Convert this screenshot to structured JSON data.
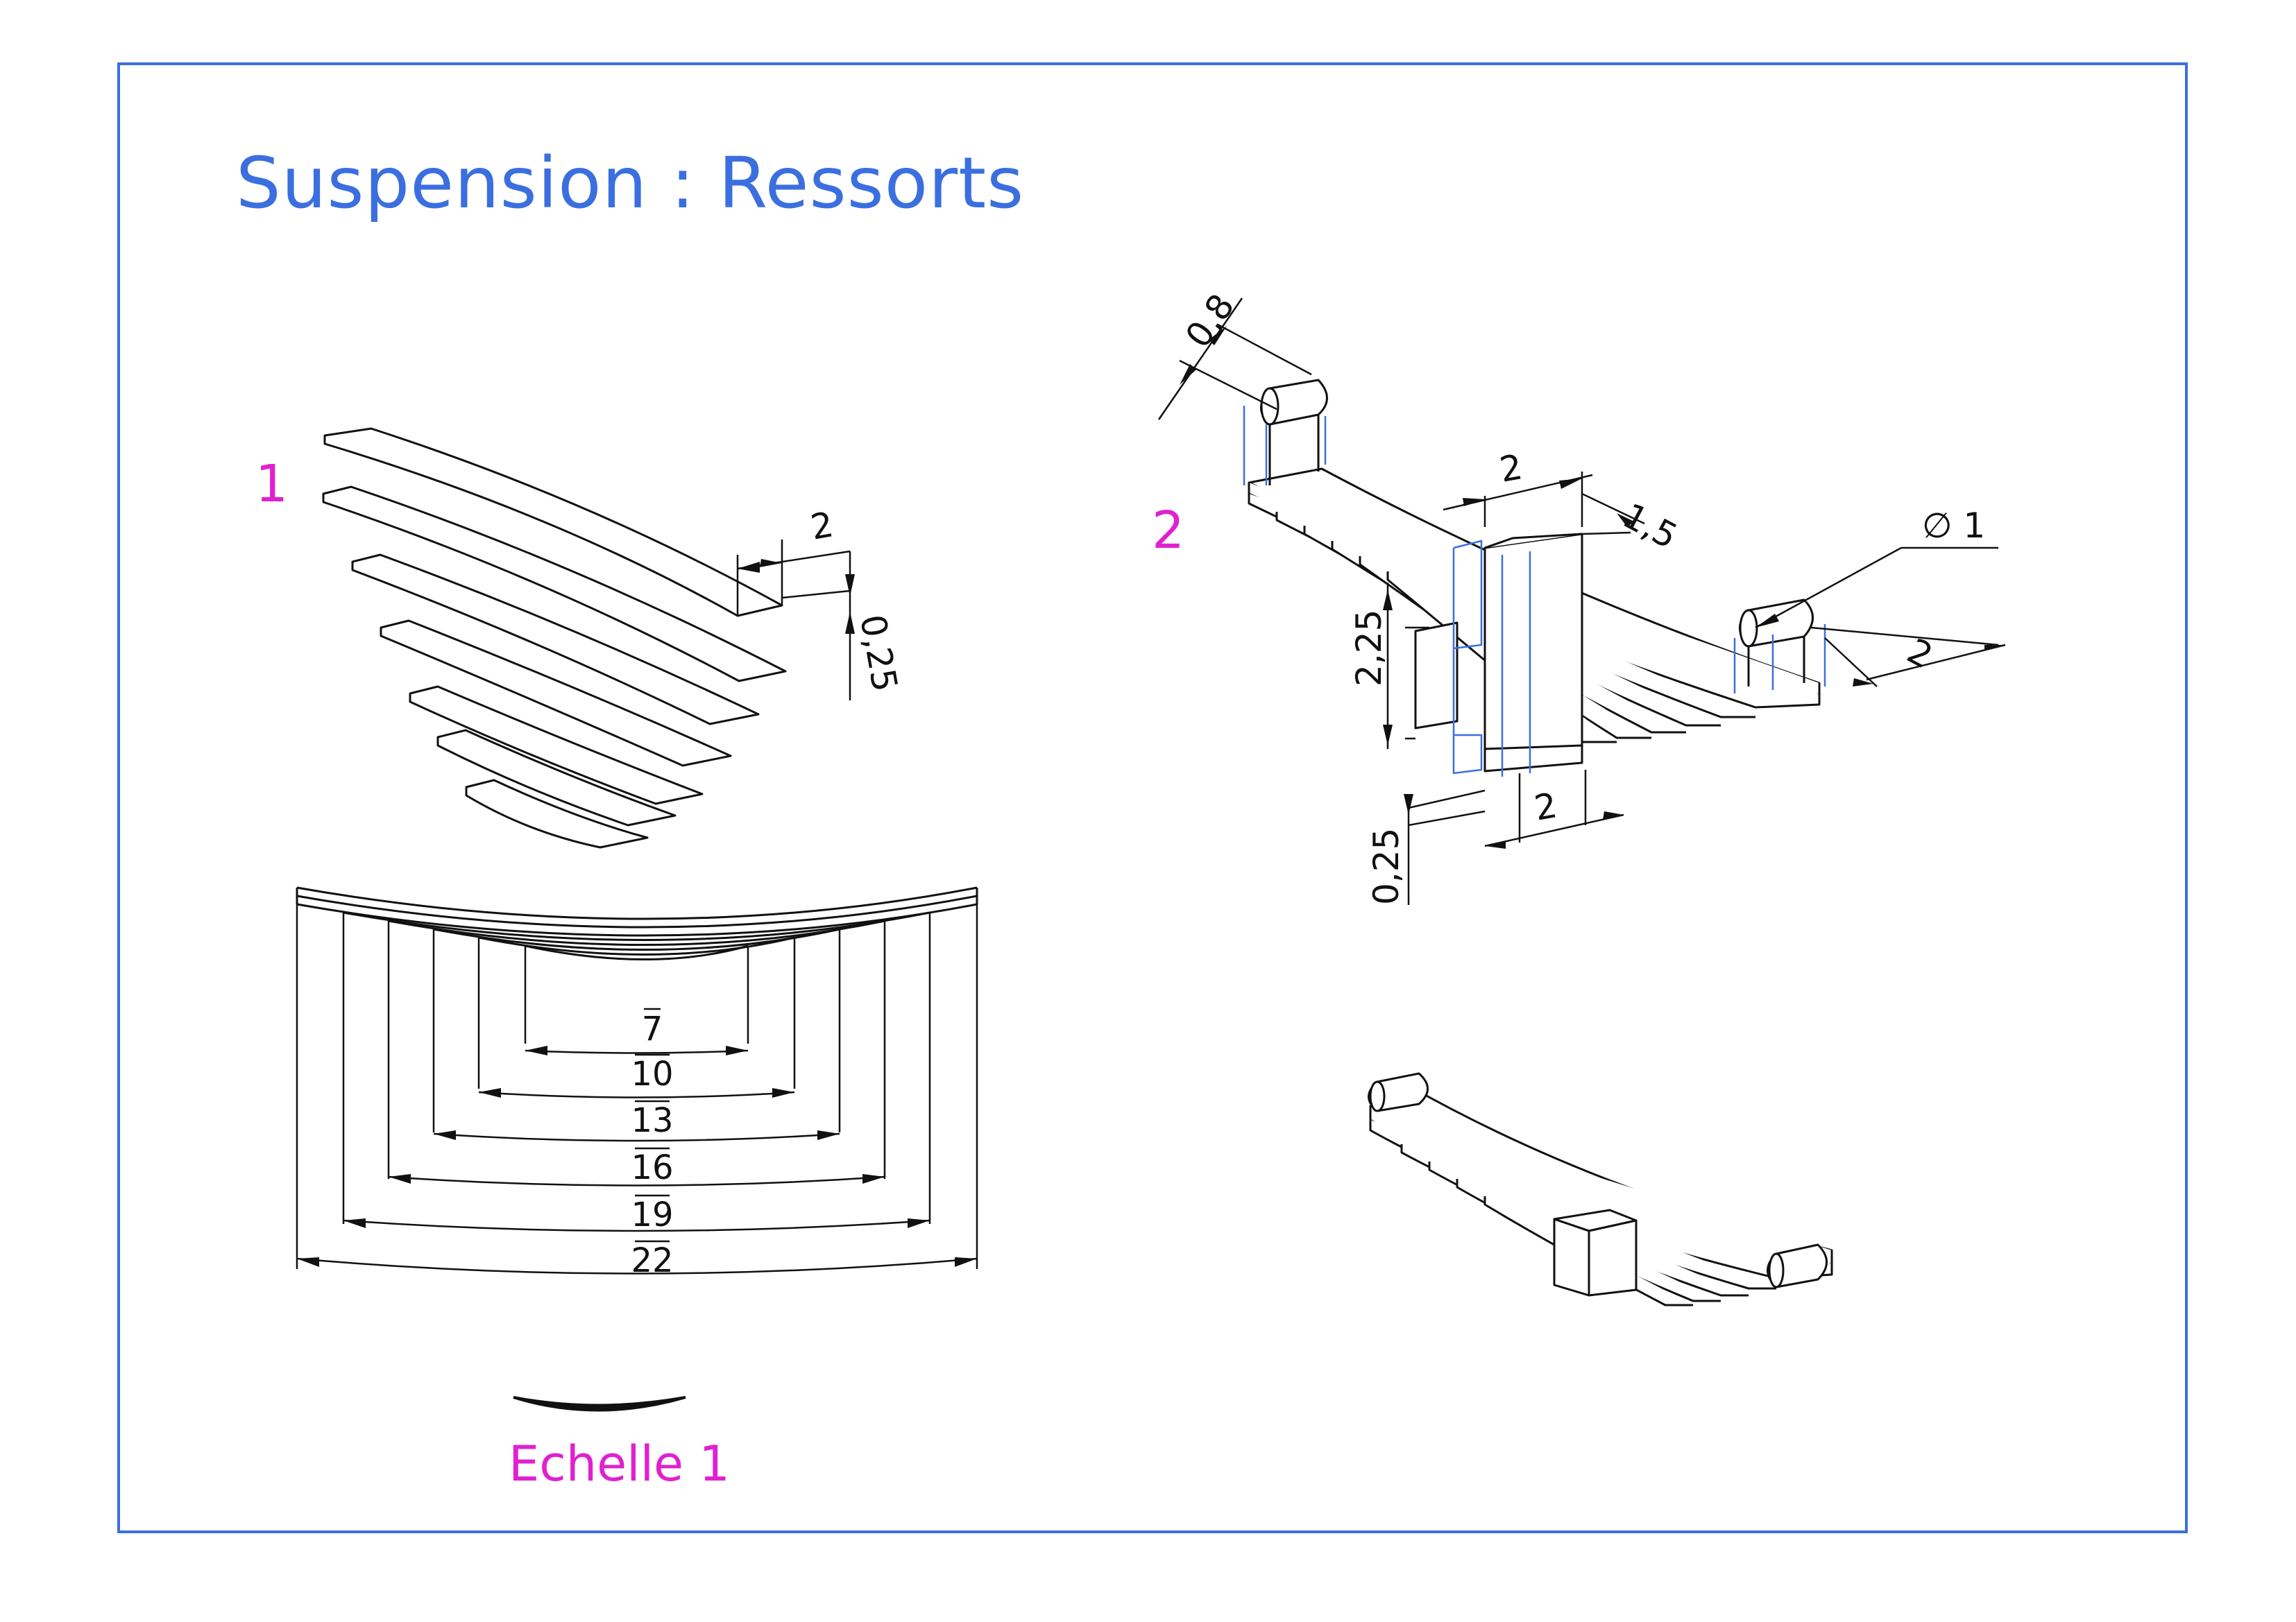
{
  "title": "Suspension : Ressorts",
  "colors": {
    "border": "#3b6fe0",
    "title": "#3b6fe0",
    "tag": "#e021d0",
    "ink": "#111111",
    "construction": "#3b6fe0"
  },
  "view1": {
    "number": "1",
    "dims": {
      "width": "2",
      "thickness": "0,25"
    },
    "lengths": [
      "7",
      "10",
      "13",
      "16",
      "19",
      "22"
    ]
  },
  "view2": {
    "number": "2",
    "dims": {
      "eye_thickness": "0,8",
      "clamp_top_width": "2",
      "clamp_top_depth": "1,5",
      "eye_diameter": "∅ 1",
      "eye_length": "2",
      "clamp_height": "2,25",
      "clamp_base": "0,25",
      "clamp_bottom_width": "2"
    }
  },
  "scale_label": "Echelle 1"
}
